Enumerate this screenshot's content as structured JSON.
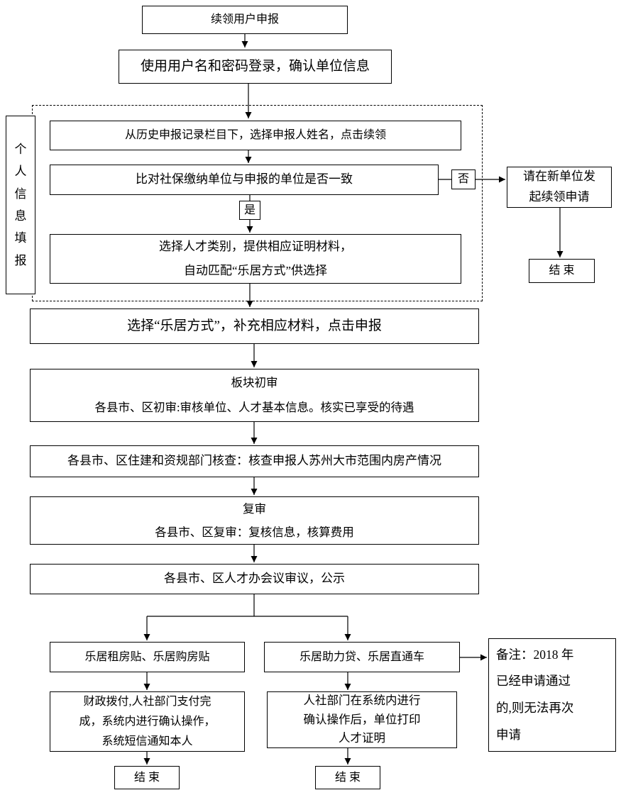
{
  "colors": {
    "line": "#000000",
    "box_background": "#ffffff",
    "text": "#000000"
  },
  "nodes": {
    "start": "续领用户申报",
    "login": "使用用户名和密码登录，确认单位信息",
    "group_label": "个人信息填报",
    "history_select": "从历史申报记录栏目下，选择申报人姓名，点击续领",
    "compare_unit": "比对社保缴纳单位与申报的单位是否一致",
    "no": "否",
    "yes": "是",
    "talent_category": "选择人才类别，提供相应证明材料，\n自动匹配“乐居方式”供选择",
    "new_unit": "请在新单位发\n起续领申请",
    "end_right": "结 束",
    "choose_mode": "选择“乐居方式”，补充相应材料，点击申报",
    "initial_review": "板块初审\n各县市、区初审:审核单位、人才基本信息。核实已享受的待遇",
    "housing_check": "各县市、区住建和资规部门核查：核查申报人苏州大市范围内房产情况",
    "re_review": "复审\n各县市、区复审：复核信息，核算费用",
    "meeting": "各县市、区人才办会议审议，公示",
    "rent_subsidy": "乐居租房贴、乐居购房贴",
    "loan_branch": "乐居助力贷、乐居直通车",
    "payment_process": "财政拨付,人社部门支付完\n成，系统内进行确认操作，\n系统短信通知本人",
    "print_cert": "人社部门在系统内进行\n确认操作后，单位打印\n人才证明",
    "note": "备注：2018 年\n已经申请通过\n的,则无法再次\n申请",
    "end_left": "结 束",
    "end_middle": "结 束"
  }
}
